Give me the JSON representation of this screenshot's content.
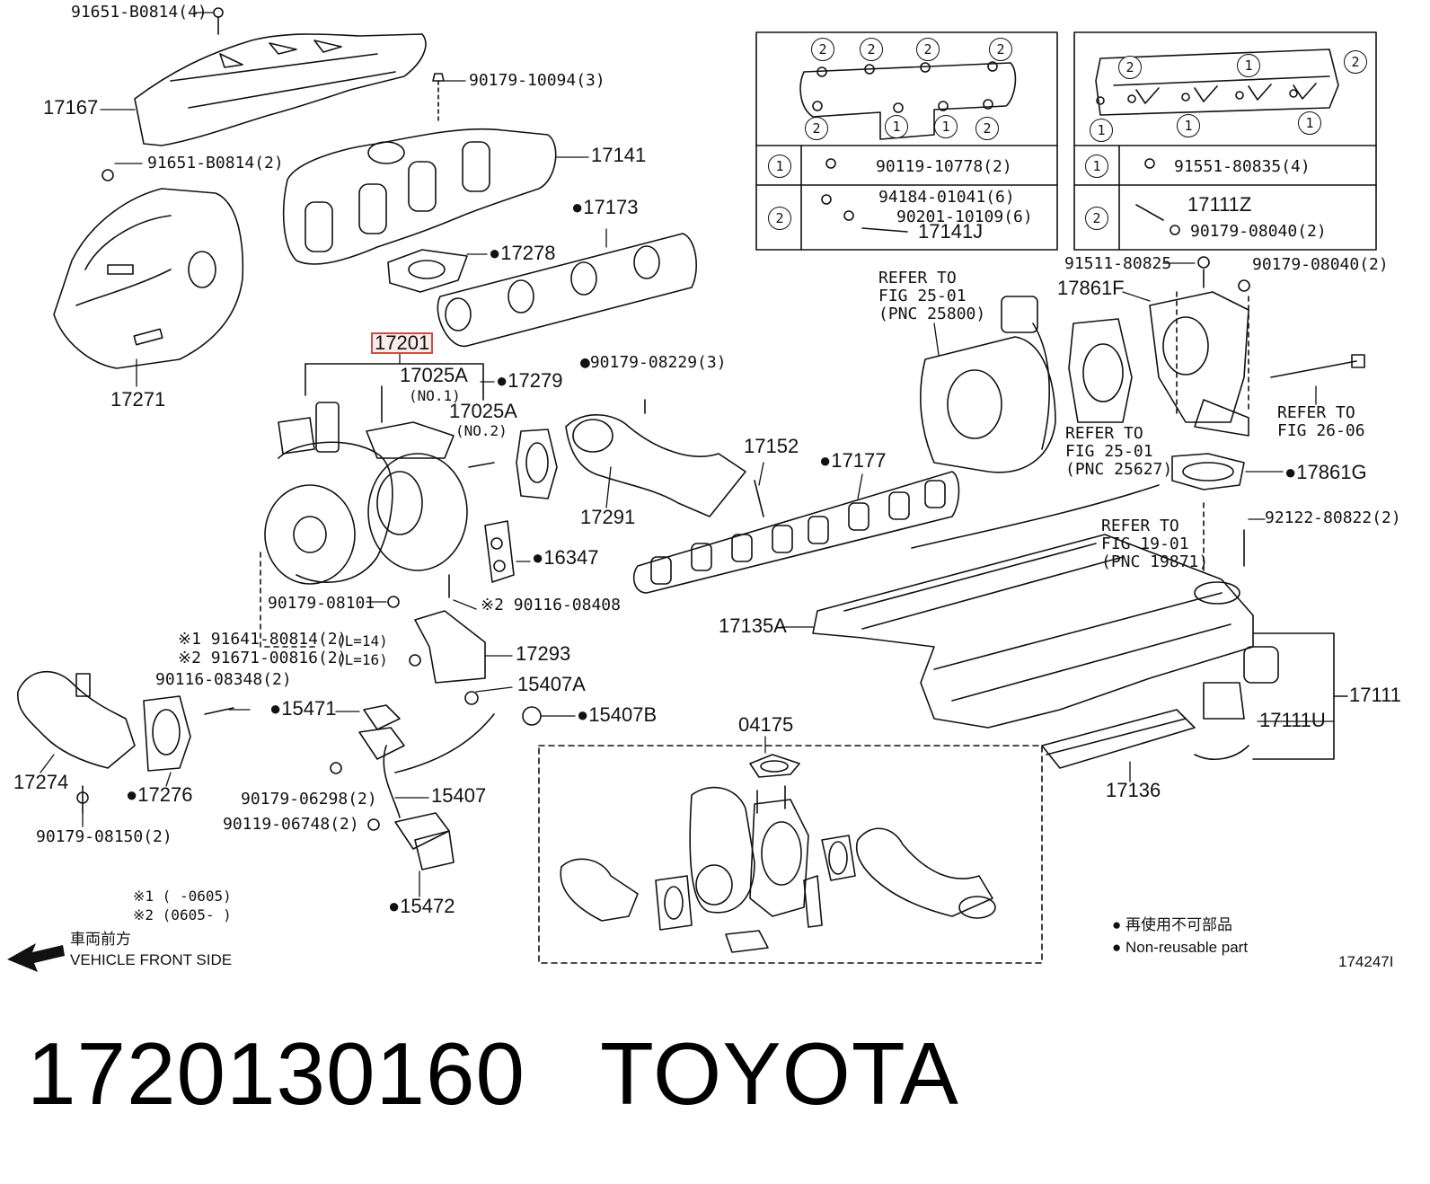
{
  "callouts": {
    "p91651_B0814_4": "91651-B0814(4)",
    "p17167": "17167",
    "p90179_10094_3": "90179-10094(3)",
    "p17141": "17141",
    "p91651_B0814_2": "91651-B0814(2)",
    "p17173": "●17173",
    "p17278": "●17278",
    "p17271": "17271",
    "p17201": "17201",
    "p17025A_1": "17025A",
    "p17025A_1_note": "(NO.1)",
    "p17279": "●17279",
    "p17025A_2": "17025A",
    "p17025A_2_note": "(NO.2)",
    "p90179_08229_3": "●90179-08229(3)",
    "p17152": "17152",
    "p17177": "●17177",
    "p17291": "17291",
    "p16347": "●16347",
    "p90179_08101": "90179-08101",
    "p90116_08408": "※2 90116-08408",
    "p91641_80814_2": "※1 91641-80814(2)",
    "p91641_note": "(L=14)",
    "p91671_00816_2": "※2 91671-00816(2)",
    "p91671_note": "(L=16)",
    "p17293": "17293",
    "p90116_08348_2": "90116-08348(2)",
    "p15407A": "15407A",
    "p15471": "●15471",
    "p15407B": "●15407B",
    "p17274": "17274",
    "p17276": "●17276",
    "p90179_06298_2": "90179-06298(2)",
    "p15407": "15407",
    "p90119_06748_2": "90119-06748(2)",
    "p90179_08150_2": "90179-08150(2)",
    "p15472": "●15472",
    "p04175": "04175",
    "p91511_80825": "91511-80825",
    "p90179_08040_2_top": "90179-08040(2)",
    "p17861F": "17861F",
    "p17861G": "●17861G",
    "p92122_80822_2": "92122-80822(2)",
    "p17135A": "17135A",
    "p17111": "17111",
    "p17111U": "17111U",
    "p17136": "17136"
  },
  "refer": {
    "r1": [
      "REFER TO",
      "FIG 25-01",
      "(PNC 25800)"
    ],
    "r2": [
      "REFER TO",
      "FIG 25-01",
      "(PNC 25627)"
    ],
    "r3": [
      "REFER TO",
      "FIG 26-06"
    ],
    "r4": [
      "REFER TO",
      "FIG 19-01",
      "(PNC 19871)"
    ]
  },
  "inset_left": {
    "row1_key": "1",
    "row1_part": "90119-10778(2)",
    "row2_key": "2",
    "row2_parts": [
      "94184-01041(6)",
      "90201-10109(6)",
      "17141J"
    ]
  },
  "inset_right": {
    "row1_key": "1",
    "row1_part": "91551-80835(4)",
    "row2_key": "2",
    "row2_parts": [
      "17111Z",
      "90179-08040(2)"
    ]
  },
  "notes": {
    "n1": "※1 (      -0605)",
    "n2": "※2 (0605-      )",
    "front_jp": "車両前方",
    "front_en": "VEHICLE FRONT SIDE",
    "legend_jp": "● 再使用不可部品",
    "legend_en": "● Non-reusable part",
    "fig_id": "174247I"
  },
  "caption": "1720130160   TOYOTA",
  "colors": {
    "line": "#111111",
    "highlight": "#d34a4a"
  }
}
